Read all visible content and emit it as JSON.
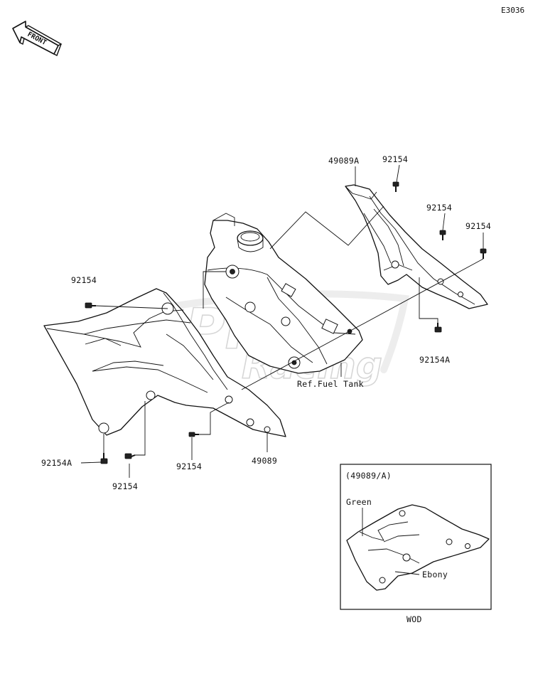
{
  "diagram_code": "E3036",
  "front_arrow_label": "FRONT",
  "watermark": {
    "line1": "BPP",
    "line2": "Racing"
  },
  "callouts": {
    "shroud_right_upper": "49089A",
    "bolt_top": "92154",
    "bolt_right_1": "92154",
    "bolt_right_2": "92154",
    "bolt_right_lower": "92154A",
    "bolt_left_upper": "92154",
    "bolt_left_lower_a": "92154A",
    "bolt_left_lower": "92154",
    "bolt_center_lower": "92154",
    "shroud_left": "49089",
    "fuel_tank_ref": "Ref.Fuel Tank"
  },
  "inset": {
    "title": "(49089/A)",
    "color_upper": "Green",
    "color_lower": "Ebony",
    "caption": "WOD"
  }
}
